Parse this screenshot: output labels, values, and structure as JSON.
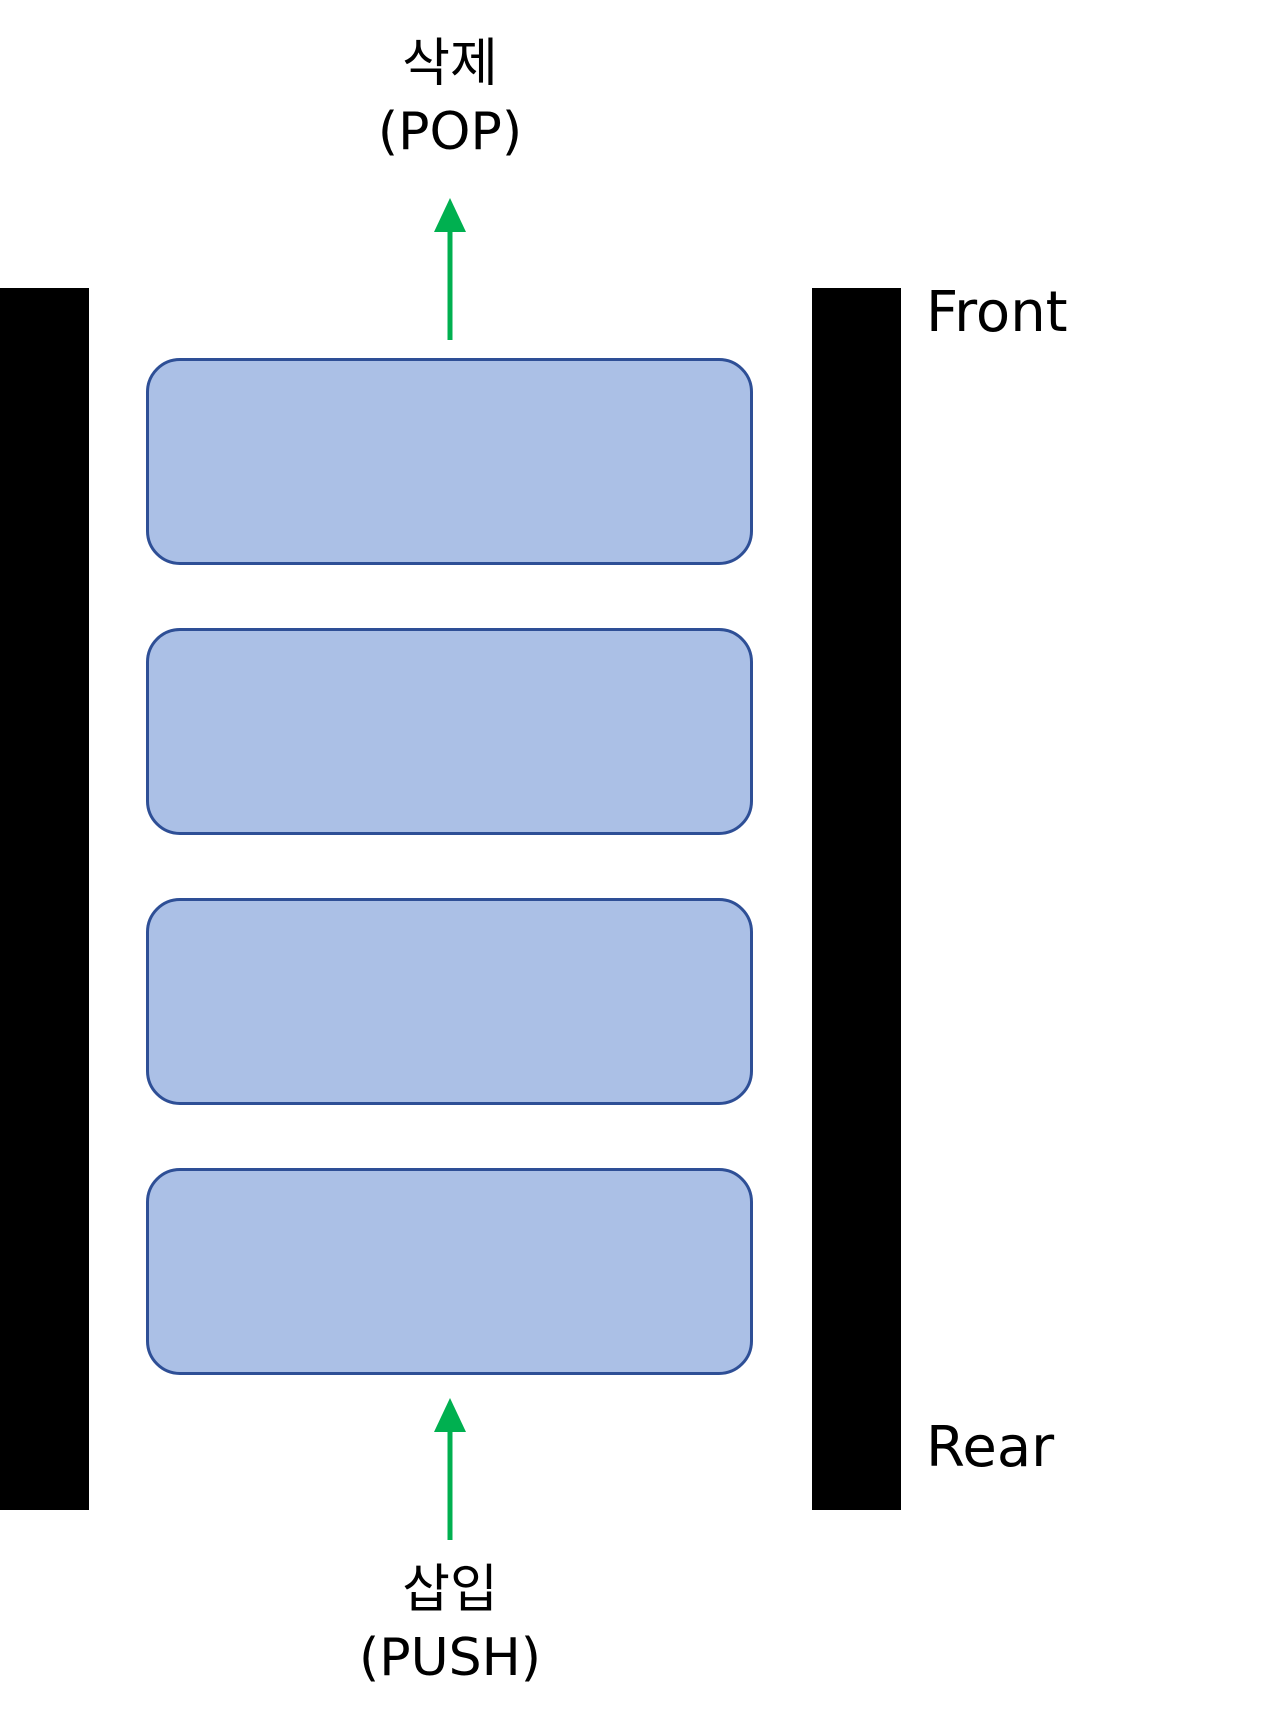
{
  "diagram": {
    "pop_label": {
      "korean": "삭제",
      "english": "(POP)"
    },
    "push_label": {
      "korean": "삽입",
      "english": "(PUSH)"
    },
    "front_label": "Front",
    "rear_label": "Rear",
    "element_count": 4
  },
  "colors": {
    "element_fill": "#abc0e6",
    "element_border": "#2e4f96",
    "arrow": "#00b050",
    "wall": "#000000"
  }
}
